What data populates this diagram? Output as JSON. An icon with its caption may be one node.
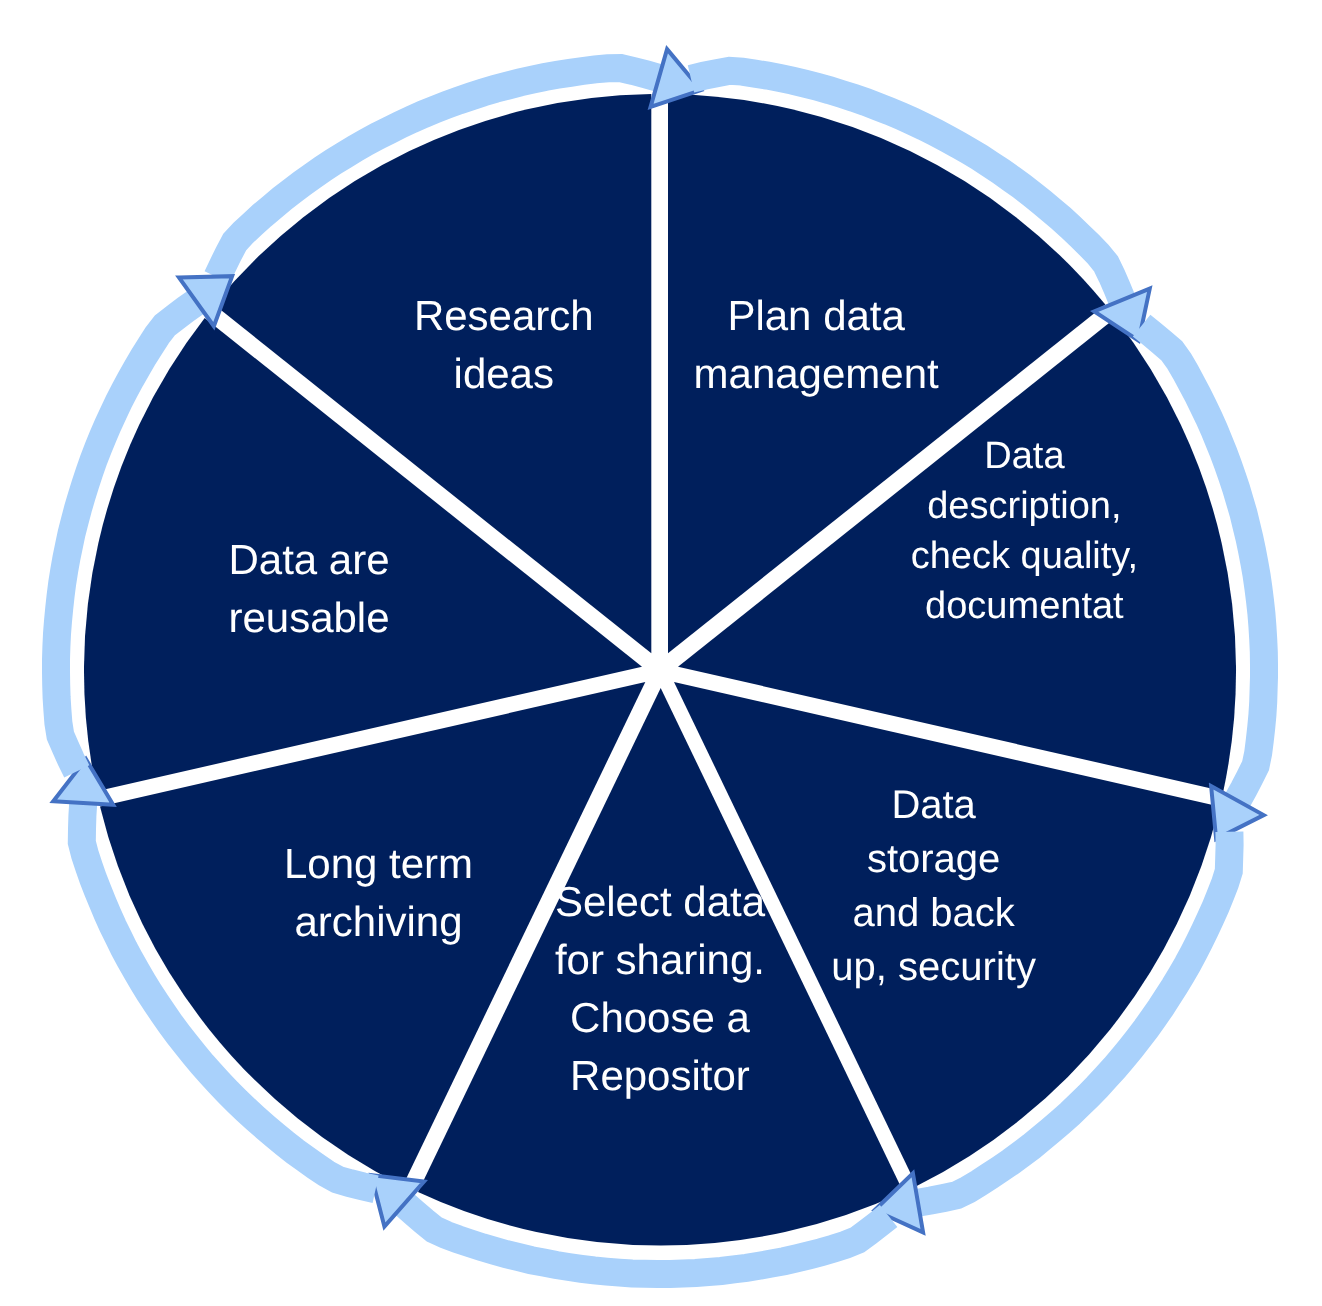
{
  "diagram": {
    "nodes": [
      {
        "text": [
          "Research ideas"
        ]
      },
      {
        "text": [
          "Plan data management"
        ]
      },
      {
        "text": [
          "Data description, check quality, documentat"
        ]
      },
      {
        "text": [
          "Data storage and back up, security"
        ]
      },
      {
        "text": [
          "Select data for sharing. Choose a Repositor"
        ]
      },
      {
        "text": [
          "Long term archiving"
        ]
      },
      {
        "text": [
          "Data are reusable"
        ]
      }
    ],
    "edges": [
      {
        "from": 0,
        "to": 1,
        "arrow": "to"
      },
      {
        "from": 1,
        "to": 2,
        "arrow": "to"
      },
      {
        "from": 2,
        "to": 3,
        "arrow": "to"
      },
      {
        "from": 3,
        "to": 4,
        "arrow": "to"
      },
      {
        "from": 4,
        "to": 5,
        "arrow": "to"
      },
      {
        "from": 5,
        "to": 6,
        "arrow": "to"
      },
      {
        "from": 6,
        "to": 0,
        "arrow": "to"
      }
    ]
  }
}
